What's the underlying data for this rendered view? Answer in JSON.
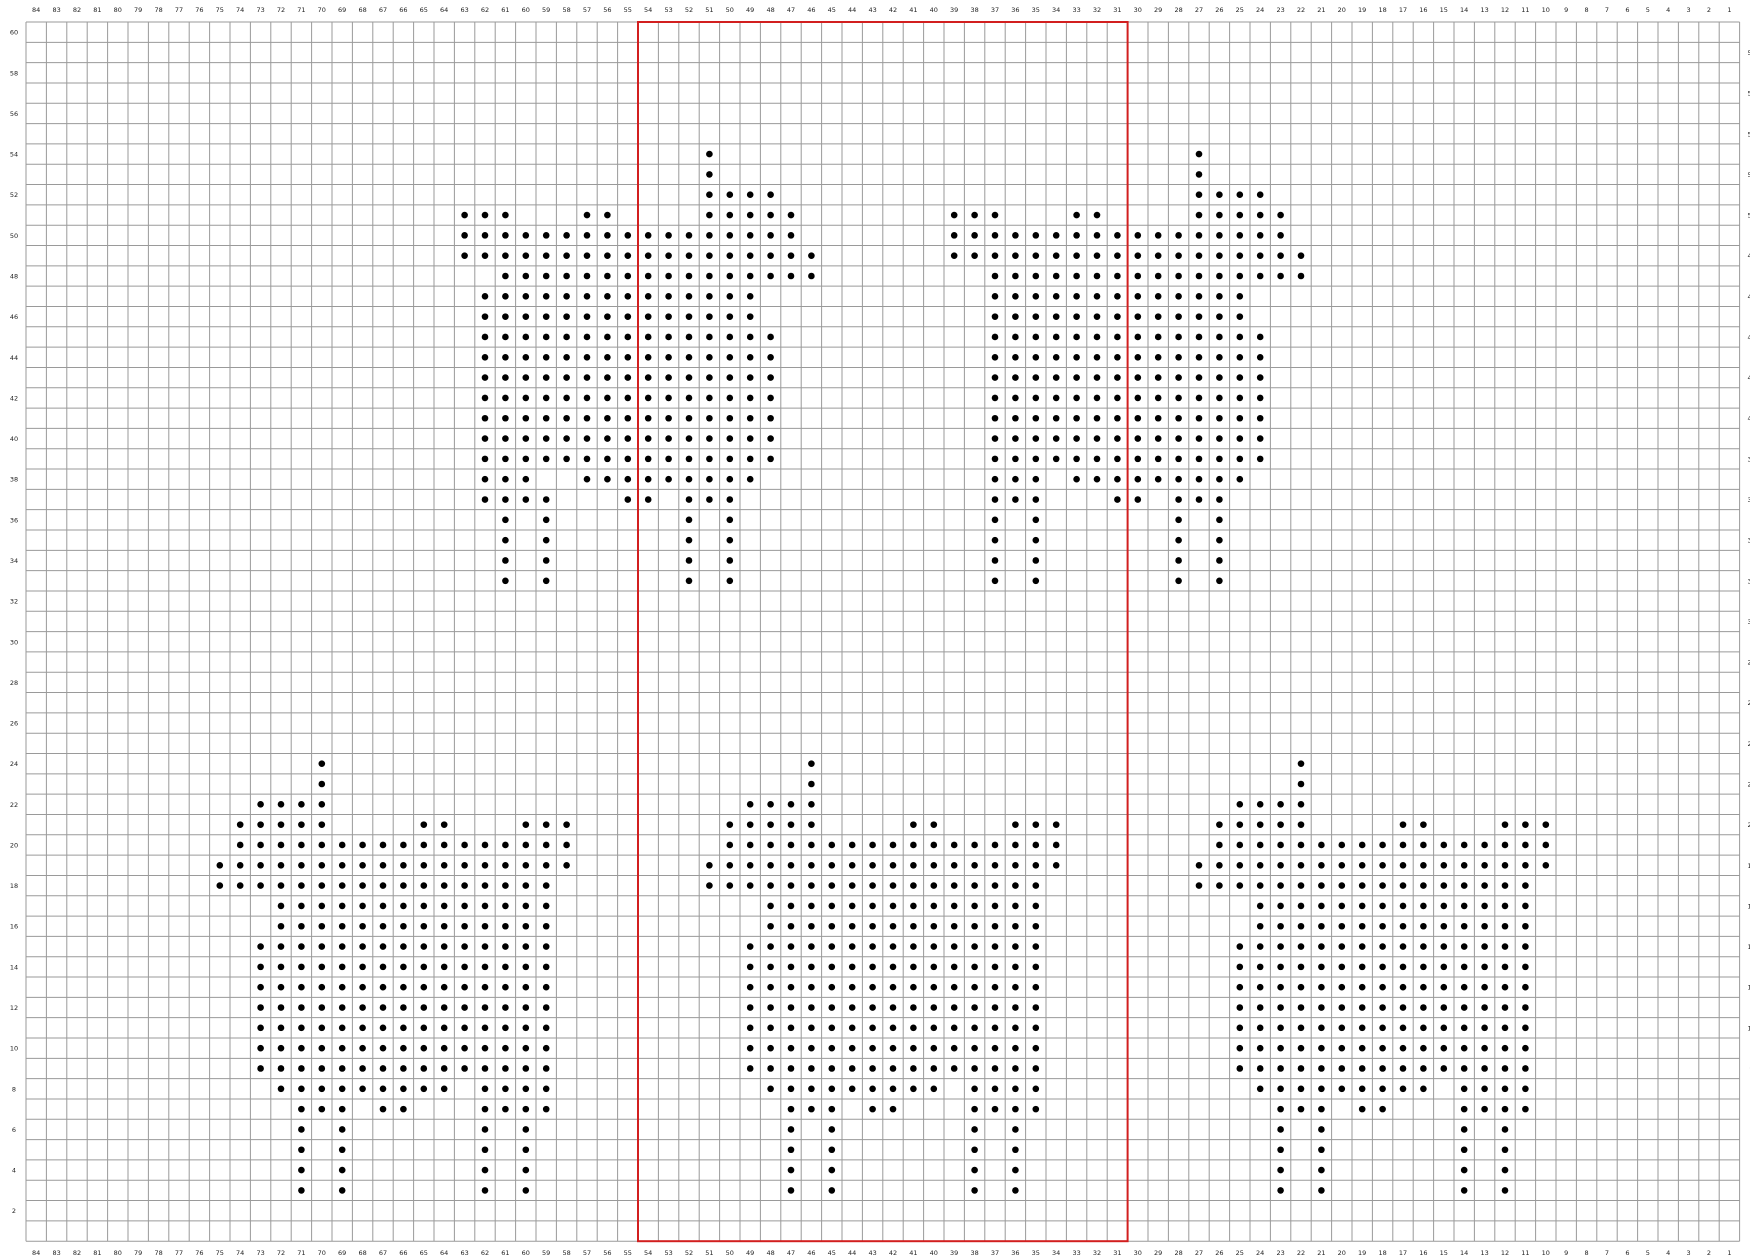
{
  "chart_data": {
    "type": "knitting-chart",
    "columns": 84,
    "rows": 60,
    "column_numbering": "right-to-left",
    "row_numbering": "bottom-to-top",
    "grid_line_color": "#9a9a9a",
    "highlight_color": "#d21f1f",
    "stitch_color": "#000000",
    "repeat_box": {
      "col_from": 54,
      "col_to": 31,
      "row_from": 1,
      "row_to": 60
    },
    "stitch_rows": [
      {
        "row": 54,
        "cols": [
          51,
          27
        ]
      },
      {
        "row": 53,
        "cols": [
          51,
          27
        ]
      },
      {
        "row": 52,
        "cols": [
          51,
          50,
          49,
          48,
          27,
          26,
          25,
          24
        ]
      },
      {
        "row": 51,
        "cols": [
          63,
          62,
          61,
          57,
          56,
          51,
          50,
          49,
          48,
          47,
          39,
          38,
          37,
          33,
          32,
          27,
          26,
          25,
          24,
          23
        ]
      },
      {
        "row": 50,
        "cols": [
          63,
          62,
          61,
          60,
          59,
          58,
          57,
          56,
          55,
          54,
          53,
          52,
          51,
          50,
          49,
          48,
          47,
          39,
          38,
          37,
          36,
          35,
          34,
          33,
          32,
          31,
          30,
          29,
          28,
          27,
          26,
          25,
          24,
          23
        ]
      },
      {
        "row": 49,
        "cols": [
          63,
          62,
          61,
          60,
          59,
          58,
          57,
          56,
          55,
          54,
          53,
          52,
          51,
          50,
          49,
          48,
          47,
          46,
          39,
          38,
          37,
          36,
          35,
          34,
          33,
          32,
          31,
          30,
          29,
          28,
          27,
          26,
          25,
          24,
          23,
          22
        ]
      },
      {
        "row": 48,
        "cols": [
          61,
          60,
          59,
          58,
          57,
          56,
          55,
          54,
          53,
          52,
          51,
          50,
          49,
          48,
          47,
          46,
          37,
          36,
          35,
          34,
          33,
          32,
          31,
          30,
          29,
          28,
          27,
          26,
          25,
          24,
          23,
          22
        ]
      },
      {
        "row": 47,
        "cols": [
          62,
          61,
          60,
          59,
          58,
          57,
          56,
          55,
          54,
          53,
          52,
          51,
          50,
          49,
          37,
          36,
          35,
          34,
          33,
          32,
          31,
          30,
          29,
          28,
          27,
          26,
          25
        ]
      },
      {
        "row": 46,
        "cols": [
          62,
          61,
          60,
          59,
          58,
          57,
          56,
          55,
          54,
          53,
          52,
          51,
          50,
          49,
          37,
          36,
          35,
          34,
          33,
          32,
          31,
          30,
          29,
          28,
          27,
          26,
          25
        ]
      },
      {
        "row": 45,
        "cols": [
          62,
          61,
          60,
          59,
          58,
          57,
          56,
          55,
          54,
          53,
          52,
          51,
          50,
          49,
          48,
          37,
          36,
          35,
          34,
          33,
          32,
          31,
          30,
          29,
          28,
          27,
          26,
          25,
          24
        ]
      },
      {
        "row": 44,
        "cols": [
          62,
          61,
          60,
          59,
          58,
          57,
          56,
          55,
          54,
          53,
          52,
          51,
          50,
          49,
          48,
          37,
          36,
          35,
          34,
          33,
          32,
          31,
          30,
          29,
          28,
          27,
          26,
          25,
          24
        ]
      },
      {
        "row": 43,
        "cols": [
          62,
          61,
          60,
          59,
          58,
          57,
          56,
          55,
          54,
          53,
          52,
          51,
          50,
          49,
          48,
          37,
          36,
          35,
          34,
          33,
          32,
          31,
          30,
          29,
          28,
          27,
          26,
          25,
          24
        ]
      },
      {
        "row": 42,
        "cols": [
          62,
          61,
          60,
          59,
          58,
          57,
          56,
          55,
          54,
          53,
          52,
          51,
          50,
          49,
          48,
          37,
          36,
          35,
          34,
          33,
          32,
          31,
          30,
          29,
          28,
          27,
          26,
          25,
          24
        ]
      },
      {
        "row": 41,
        "cols": [
          62,
          61,
          60,
          59,
          58,
          57,
          56,
          55,
          54,
          53,
          52,
          51,
          50,
          49,
          48,
          37,
          36,
          35,
          34,
          33,
          32,
          31,
          30,
          29,
          28,
          27,
          26,
          25,
          24
        ]
      },
      {
        "row": 40,
        "cols": [
          62,
          61,
          60,
          59,
          58,
          57,
          56,
          55,
          54,
          53,
          52,
          51,
          50,
          49,
          48,
          37,
          36,
          35,
          34,
          33,
          32,
          31,
          30,
          29,
          28,
          27,
          26,
          25,
          24
        ]
      },
      {
        "row": 39,
        "cols": [
          62,
          61,
          60,
          59,
          58,
          57,
          56,
          55,
          54,
          53,
          52,
          51,
          50,
          49,
          48,
          37,
          36,
          35,
          34,
          33,
          32,
          31,
          30,
          29,
          28,
          27,
          26,
          25,
          24
        ]
      },
      {
        "row": 38,
        "cols": [
          62,
          61,
          60,
          57,
          56,
          55,
          54,
          53,
          52,
          51,
          50,
          49,
          37,
          36,
          35,
          33,
          32,
          31,
          30,
          29,
          28,
          27,
          26,
          25
        ]
      },
      {
        "row": 37,
        "cols": [
          62,
          61,
          60,
          59,
          55,
          54,
          52,
          51,
          50,
          37,
          36,
          35,
          31,
          30,
          28,
          27,
          26
        ]
      },
      {
        "row": 36,
        "cols": [
          61,
          59,
          52,
          50,
          37,
          35,
          28,
          26
        ]
      },
      {
        "row": 35,
        "cols": [
          61,
          59,
          52,
          50,
          37,
          35,
          28,
          26
        ]
      },
      {
        "row": 34,
        "cols": [
          61,
          59,
          52,
          50,
          37,
          35,
          28,
          26
        ]
      },
      {
        "row": 33,
        "cols": [
          61,
          59,
          52,
          50,
          37,
          35,
          28,
          26
        ]
      },
      {
        "row": 24,
        "cols": [
          70,
          46,
          22
        ]
      },
      {
        "row": 23,
        "cols": [
          70,
          46,
          22
        ]
      },
      {
        "row": 22,
        "cols": [
          73,
          72,
          71,
          70,
          49,
          48,
          47,
          46,
          25,
          24,
          23,
          22
        ]
      },
      {
        "row": 21,
        "cols": [
          74,
          73,
          72,
          71,
          70,
          65,
          64,
          60,
          59,
          58,
          50,
          49,
          48,
          47,
          46,
          41,
          40,
          36,
          35,
          34,
          26,
          25,
          24,
          23,
          22,
          17,
          16,
          12,
          11,
          10
        ]
      },
      {
        "row": 20,
        "cols": [
          74,
          73,
          72,
          71,
          70,
          69,
          68,
          67,
          66,
          65,
          64,
          63,
          62,
          61,
          60,
          59,
          58,
          50,
          49,
          48,
          47,
          46,
          45,
          44,
          43,
          42,
          41,
          40,
          39,
          38,
          37,
          36,
          35,
          34,
          26,
          25,
          24,
          23,
          22,
          21,
          20,
          19,
          18,
          17,
          16,
          15,
          14,
          13,
          12,
          11,
          10
        ]
      },
      {
        "row": 19,
        "cols": [
          75,
          74,
          73,
          72,
          71,
          70,
          69,
          68,
          67,
          66,
          65,
          64,
          63,
          62,
          61,
          60,
          59,
          58,
          51,
          50,
          49,
          48,
          47,
          46,
          45,
          44,
          43,
          42,
          41,
          40,
          39,
          38,
          37,
          36,
          35,
          34,
          27,
          26,
          25,
          24,
          23,
          22,
          21,
          20,
          19,
          18,
          17,
          16,
          15,
          14,
          13,
          12,
          11,
          10
        ]
      },
      {
        "row": 18,
        "cols": [
          75,
          74,
          73,
          72,
          71,
          70,
          69,
          68,
          67,
          66,
          65,
          64,
          63,
          62,
          61,
          60,
          59,
          51,
          50,
          49,
          48,
          47,
          46,
          45,
          44,
          43,
          42,
          41,
          40,
          39,
          38,
          37,
          36,
          35,
          27,
          26,
          25,
          24,
          23,
          22,
          21,
          20,
          19,
          18,
          17,
          16,
          15,
          14,
          13,
          12,
          11
        ]
      },
      {
        "row": 17,
        "cols": [
          72,
          71,
          70,
          69,
          68,
          67,
          66,
          65,
          64,
          63,
          62,
          61,
          60,
          59,
          48,
          47,
          46,
          45,
          44,
          43,
          42,
          41,
          40,
          39,
          38,
          37,
          36,
          35,
          24,
          23,
          22,
          21,
          20,
          19,
          18,
          17,
          16,
          15,
          14,
          13,
          12,
          11
        ]
      },
      {
        "row": 16,
        "cols": [
          72,
          71,
          70,
          69,
          68,
          67,
          66,
          65,
          64,
          63,
          62,
          61,
          60,
          59,
          48,
          47,
          46,
          45,
          44,
          43,
          42,
          41,
          40,
          39,
          38,
          37,
          36,
          35,
          24,
          23,
          22,
          21,
          20,
          19,
          18,
          17,
          16,
          15,
          14,
          13,
          12,
          11
        ]
      },
      {
        "row": 15,
        "cols": [
          73,
          72,
          71,
          70,
          69,
          68,
          67,
          66,
          65,
          64,
          63,
          62,
          61,
          60,
          59,
          49,
          48,
          47,
          46,
          45,
          44,
          43,
          42,
          41,
          40,
          39,
          38,
          37,
          36,
          35,
          25,
          24,
          23,
          22,
          21,
          20,
          19,
          18,
          17,
          16,
          15,
          14,
          13,
          12,
          11
        ]
      },
      {
        "row": 14,
        "cols": [
          73,
          72,
          71,
          70,
          69,
          68,
          67,
          66,
          65,
          64,
          63,
          62,
          61,
          60,
          59,
          49,
          48,
          47,
          46,
          45,
          44,
          43,
          42,
          41,
          40,
          39,
          38,
          37,
          36,
          35,
          25,
          24,
          23,
          22,
          21,
          20,
          19,
          18,
          17,
          16,
          15,
          14,
          13,
          12,
          11
        ]
      },
      {
        "row": 13,
        "cols": [
          73,
          72,
          71,
          70,
          69,
          68,
          67,
          66,
          65,
          64,
          63,
          62,
          61,
          60,
          59,
          49,
          48,
          47,
          46,
          45,
          44,
          43,
          42,
          41,
          40,
          39,
          38,
          37,
          36,
          35,
          25,
          24,
          23,
          22,
          21,
          20,
          19,
          18,
          17,
          16,
          15,
          14,
          13,
          12,
          11
        ]
      },
      {
        "row": 12,
        "cols": [
          73,
          72,
          71,
          70,
          69,
          68,
          67,
          66,
          65,
          64,
          63,
          62,
          61,
          60,
          59,
          49,
          48,
          47,
          46,
          45,
          44,
          43,
          42,
          41,
          40,
          39,
          38,
          37,
          36,
          35,
          25,
          24,
          23,
          22,
          21,
          20,
          19,
          18,
          17,
          16,
          15,
          14,
          13,
          12,
          11
        ]
      },
      {
        "row": 11,
        "cols": [
          73,
          72,
          71,
          70,
          69,
          68,
          67,
          66,
          65,
          64,
          63,
          62,
          61,
          60,
          59,
          49,
          48,
          47,
          46,
          45,
          44,
          43,
          42,
          41,
          40,
          39,
          38,
          37,
          36,
          35,
          25,
          24,
          23,
          22,
          21,
          20,
          19,
          18,
          17,
          16,
          15,
          14,
          13,
          12,
          11
        ]
      },
      {
        "row": 10,
        "cols": [
          73,
          72,
          71,
          70,
          69,
          68,
          67,
          66,
          65,
          64,
          63,
          62,
          61,
          60,
          59,
          49,
          48,
          47,
          46,
          45,
          44,
          43,
          42,
          41,
          40,
          39,
          38,
          37,
          36,
          35,
          25,
          24,
          23,
          22,
          21,
          20,
          19,
          18,
          17,
          16,
          15,
          14,
          13,
          12,
          11
        ]
      },
      {
        "row": 9,
        "cols": [
          73,
          72,
          71,
          70,
          69,
          68,
          67,
          66,
          65,
          64,
          63,
          62,
          61,
          60,
          59,
          49,
          48,
          47,
          46,
          45,
          44,
          43,
          42,
          41,
          40,
          39,
          38,
          37,
          36,
          35,
          25,
          24,
          23,
          22,
          21,
          20,
          19,
          18,
          17,
          16,
          15,
          14,
          13,
          12,
          11
        ]
      },
      {
        "row": 8,
        "cols": [
          72,
          71,
          70,
          69,
          68,
          67,
          66,
          65,
          64,
          62,
          61,
          60,
          59,
          48,
          47,
          46,
          45,
          44,
          43,
          42,
          41,
          40,
          38,
          37,
          36,
          35,
          24,
          23,
          22,
          21,
          20,
          19,
          18,
          17,
          16,
          14,
          13,
          12,
          11
        ]
      },
      {
        "row": 7,
        "cols": [
          71,
          70,
          69,
          67,
          66,
          62,
          61,
          60,
          59,
          47,
          46,
          45,
          43,
          42,
          38,
          37,
          36,
          35,
          23,
          22,
          21,
          19,
          18,
          14,
          13,
          12,
          11
        ]
      },
      {
        "row": 6,
        "cols": [
          71,
          69,
          62,
          60,
          47,
          45,
          38,
          36,
          23,
          21,
          14,
          12
        ]
      },
      {
        "row": 5,
        "cols": [
          71,
          69,
          62,
          60,
          47,
          45,
          38,
          36,
          23,
          21,
          14,
          12
        ]
      },
      {
        "row": 4,
        "cols": [
          71,
          69,
          62,
          60,
          47,
          45,
          38,
          36,
          23,
          21,
          14,
          12
        ]
      },
      {
        "row": 3,
        "cols": [
          71,
          69,
          62,
          60,
          47,
          45,
          38,
          36,
          23,
          21,
          14,
          12
        ]
      }
    ]
  }
}
